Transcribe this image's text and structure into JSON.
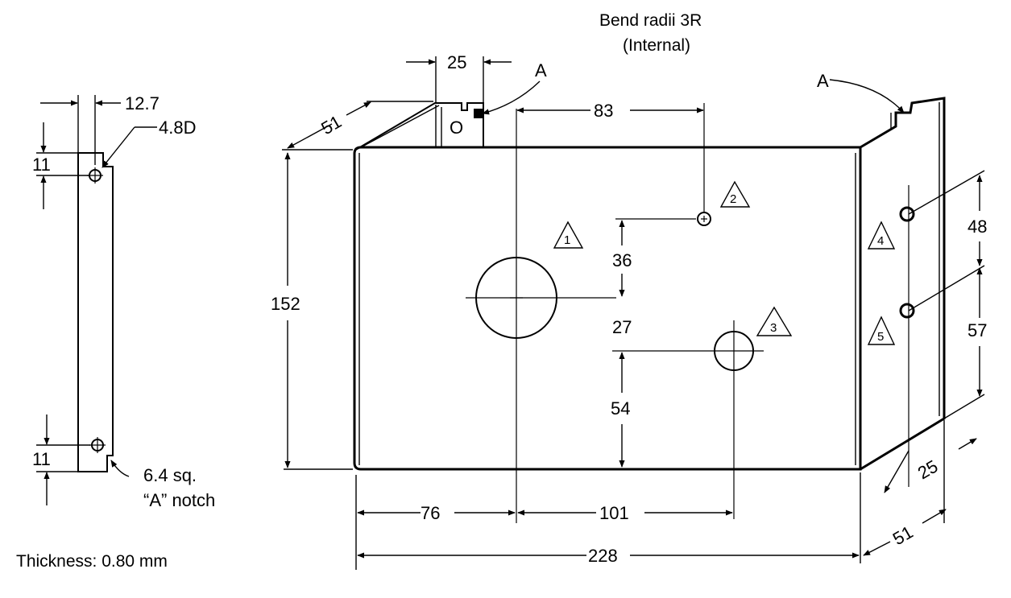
{
  "notes": {
    "bend_line1": "Bend radii 3R",
    "bend_line2": "(Internal)",
    "thickness": "Thickness:  0.80 mm",
    "notch_line1": "6.4 sq.",
    "notch_line2": "“A” notch"
  },
  "side_view": {
    "dim_width": "12.7",
    "hole_dia": "4.8D",
    "dim_top": "11",
    "dim_bottom": "11"
  },
  "main_view": {
    "label_a_left": "A",
    "label_a_right": "A",
    "label_o": "O",
    "dim_25_top": "25",
    "dim_51_top": "51",
    "dim_83": "83",
    "dim_152": "152",
    "dim_36": "36",
    "dim_27": "27",
    "dim_54": "54",
    "dim_48": "48",
    "dim_57": "57",
    "dim_25_side": "25",
    "dim_51_side": "51",
    "dim_76": "76",
    "dim_101": "101",
    "dim_228": "228"
  },
  "hole_markers": [
    "1",
    "2",
    "3",
    "4",
    "5"
  ]
}
